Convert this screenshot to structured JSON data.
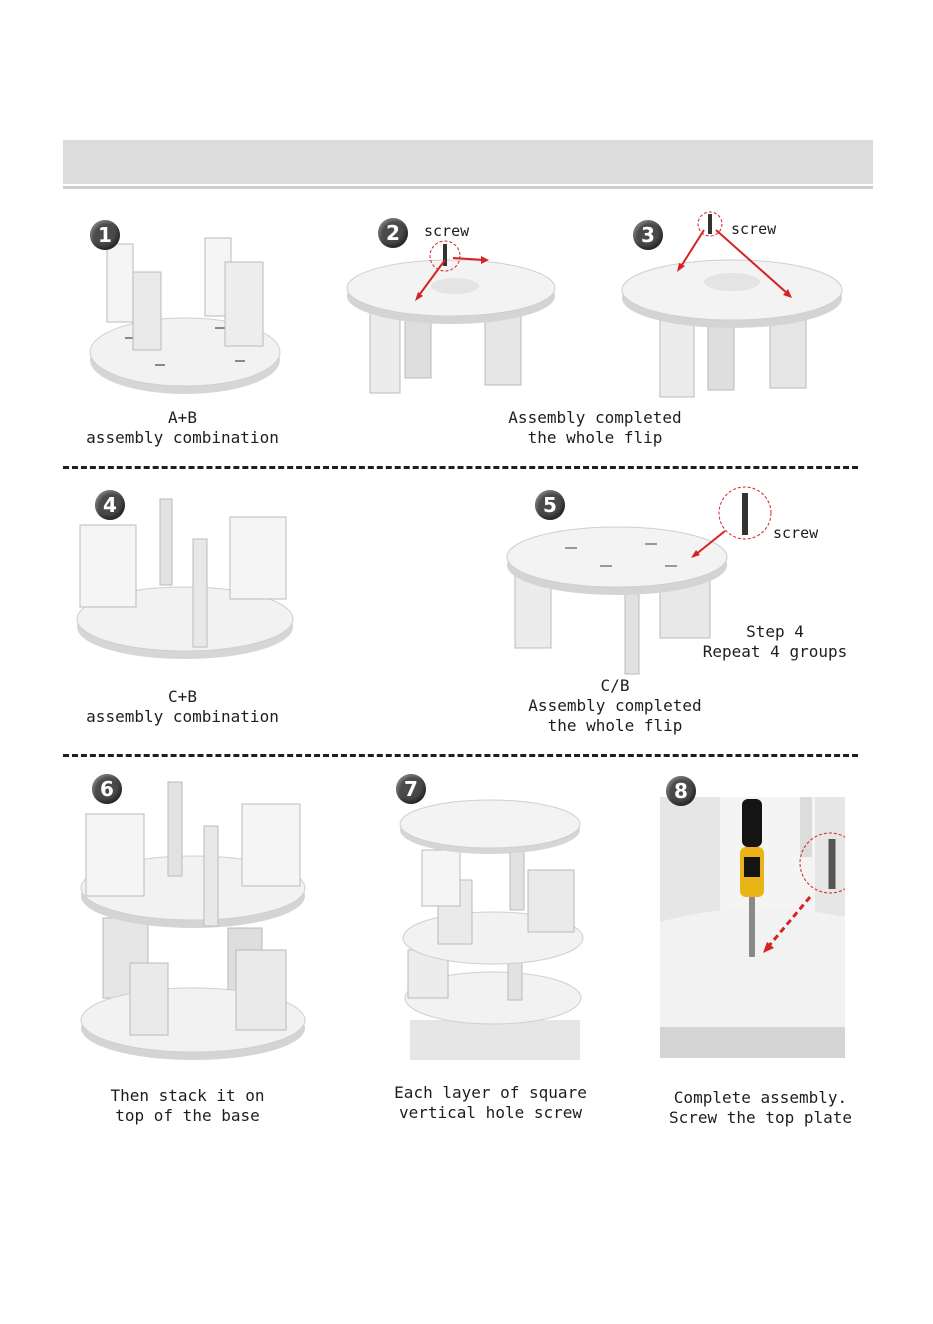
{
  "steps": [
    {
      "num": "1",
      "caption": "A+B\nassembly combination"
    },
    {
      "num": "2",
      "label": "screw"
    },
    {
      "num": "3",
      "label": "screw"
    },
    {
      "num": "4",
      "caption": "C+B\nassembly combination"
    },
    {
      "num": "5",
      "label": "screw",
      "note": "Step 4\nRepeat 4 groups",
      "caption": "C/B\nAssembly completed\nthe whole flip"
    },
    {
      "num": "6",
      "caption": "Then stack it on\ntop of the base"
    },
    {
      "num": "7",
      "caption": "Each layer of square\nvertical hole screw"
    },
    {
      "num": "8",
      "caption": "Complete assembly.\nScrew the top plate"
    }
  ],
  "shared_caption_2_3": "Assembly completed\nthe whole flip",
  "colors": {
    "header": "#dcdcdc",
    "board": "#f2f2f2",
    "edge": "#cfcfcf",
    "arrow": "#d62222",
    "dash": "#1e1e1e",
    "badge": "#4a4a4a"
  }
}
